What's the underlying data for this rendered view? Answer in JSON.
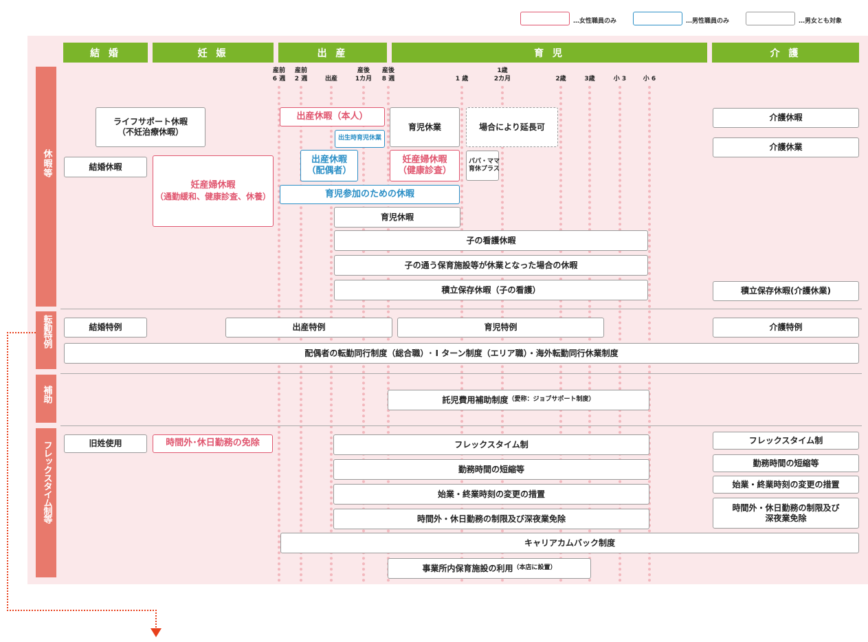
{
  "legend": [
    {
      "text": "…女性職員のみ",
      "type": "female"
    },
    {
      "text": "…男性職員のみ",
      "type": "male"
    },
    {
      "text": "…男女とも対象",
      "type": "both"
    }
  ],
  "colors": {
    "female": "#e0566f",
    "male": "#2b8fc6",
    "header": "#7bb52a",
    "side": "#e8796c",
    "panel": "#fbe8ea",
    "arrow": "#e8401c"
  },
  "headers": [
    "結 婚",
    "妊 娠",
    "出 産",
    "育 児",
    "介 護"
  ],
  "ticks": [
    {
      "line1": "産前",
      "line2": "6 週"
    },
    {
      "line1": "産前",
      "line2": "2 週"
    },
    {
      "line1": "",
      "line2": "出産"
    },
    {
      "line1": "産後",
      "line2": "1カ月"
    },
    {
      "line1": "産後",
      "line2": "8 週"
    },
    {
      "line1": "",
      "line2": "1 歳"
    },
    {
      "line1": "1歳",
      "line2": "2カ月"
    },
    {
      "line1": "",
      "line2": "2歳"
    },
    {
      "line1": "",
      "line2": "3歳"
    },
    {
      "line1": "",
      "line2": "小 3"
    },
    {
      "line1": "",
      "line2": "小 6"
    }
  ],
  "sections": {
    "leave": "休暇等",
    "transfer": "転勤特例",
    "subsidy": "補助",
    "flex": "フレックスタイム制等"
  },
  "leave": {
    "lifesupport_1": "ライフサポート休暇",
    "lifesupport_2": "（不妊治療休暇）",
    "marriage": "結婚休暇",
    "pregnancy_1": "妊産婦休暇",
    "pregnancy_2": "（通勤緩和、健康診査、休養）",
    "maternity": "出産休暇（本人）",
    "birth_childcare": "出生時育児休業",
    "spouse_1": "出産休暇",
    "spouse_2": "（配偶者）",
    "childcare_participation": "育児参加のための休暇",
    "pregnancy_health_1": "妊産婦休暇",
    "pregnancy_health_2": "（健康診査）",
    "childcare_leave_work": "育児休業",
    "extension": "場合により延長可",
    "papa_mama_1": "パパ・ママ",
    "papa_mama_2": "育休プラス",
    "childcare_holiday": "育児休暇",
    "child_nursing": "子の看護休暇",
    "daycare_closure": "子の通う保育施設等が休業となった場合の休暇",
    "reserve_nursing": "積立保存休暇（子の看護）",
    "care_holiday": "介護休暇",
    "care_leave": "介護休業",
    "reserve_care": "積立保存休暇(介護休業)"
  },
  "transfer": {
    "marriage": "結婚特例",
    "birth": "出産特例",
    "childcare": "育児特例",
    "care": "介護特例",
    "spouse": "配偶者の転勤同行制度（総合職）･ I ターン制度（エリア職）・海外転勤同行休業制度"
  },
  "subsidy": {
    "label": "託児費用補助制度",
    "note": "（愛称：ジョブサポート制度）"
  },
  "flex": {
    "maiden_name": "旧姓使用",
    "overtime_exempt": "時間外･休日勤務の免除",
    "flextime": "フレックスタイム制",
    "shortened": "勤務時間の短縮等",
    "start_end": "始業・終業時刻の変更の措置",
    "overtime_limit": "時間外・休日勤務の制限及び深夜業免除",
    "career_comeback": "キャリアカムバック制度",
    "onsite_daycare": "事業所内保育施設の利用",
    "onsite_daycare_note": "（本店に設置）",
    "care_flextime": "フレックスタイム制",
    "care_shortened": "勤務時間の短縮等",
    "care_start_end": "始業・終業時刻の変更の措置",
    "care_overtime_1": "時間外・休日勤務の制限及び",
    "care_overtime_2": "深夜業免除"
  }
}
